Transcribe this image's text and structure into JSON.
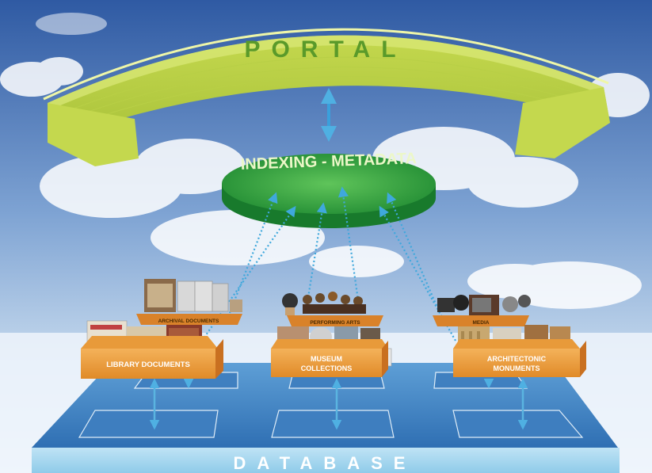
{
  "portal": {
    "label": "PORTAL"
  },
  "indexing": {
    "label": "INDEXING - METADATA"
  },
  "database": {
    "label": "DATABASE"
  },
  "collections": {
    "archival": "ARCHIVAL DOCUMENTS",
    "library": "LIBRARY DOCUMENTS",
    "performing": "PERFORMING ARTS",
    "museum": [
      "MUSEUM",
      "COLLECTIONS"
    ],
    "media": "MEDIA",
    "architectonic": [
      "ARCHITECTONIC",
      "MONUMENTS"
    ]
  },
  "colors": {
    "sky_top": "#3a64a8",
    "sky_bottom": "#c9dcef",
    "portal": "#d6e66a",
    "portal_text": "#5a9a2a",
    "indexing": "#2a9a3a",
    "orange_box": "#f0a040",
    "database": "#6aa6d8",
    "arrow": "#5ab4e0"
  }
}
